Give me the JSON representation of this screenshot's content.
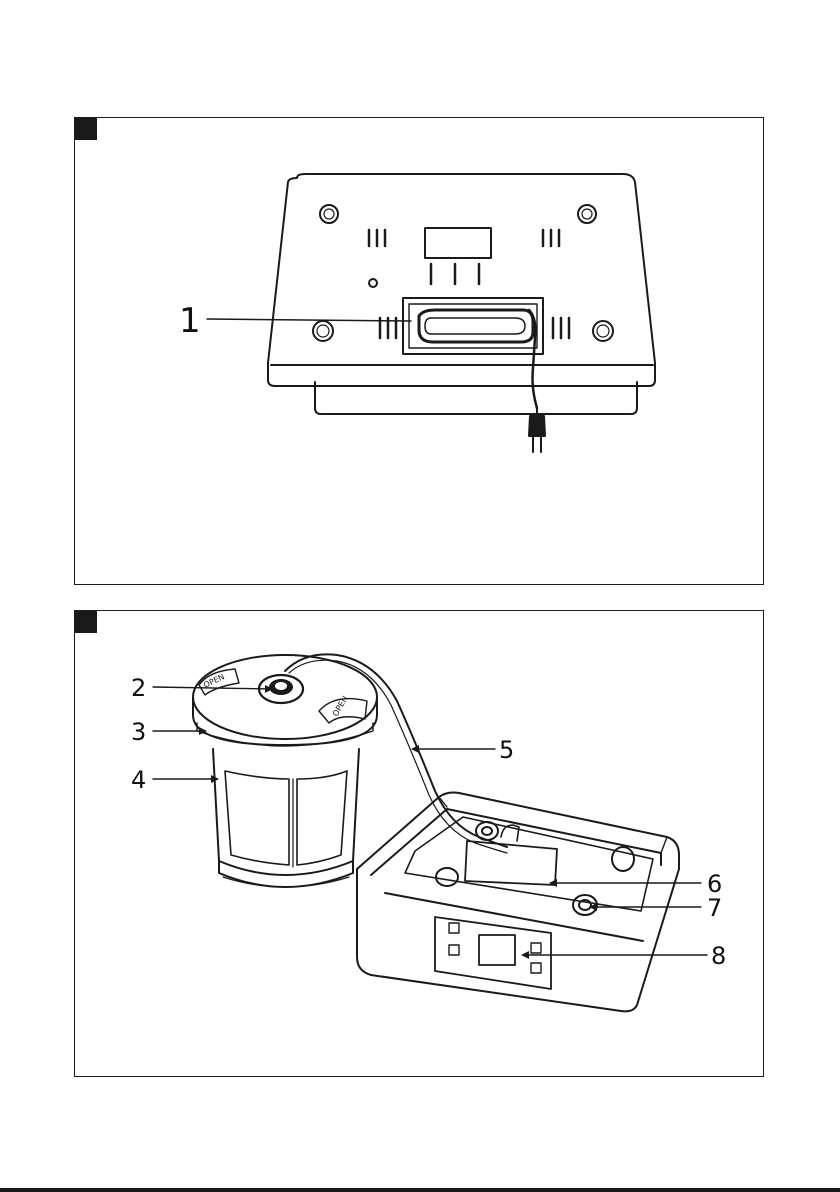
{
  "figures": [
    {
      "id": "fig-1",
      "callouts": [
        {
          "number": "1"
        }
      ]
    },
    {
      "id": "fig-2",
      "callouts": [
        {
          "number": "2"
        },
        {
          "number": "3"
        },
        {
          "number": "4"
        },
        {
          "number": "5"
        },
        {
          "number": "6"
        },
        {
          "number": "7"
        },
        {
          "number": "8"
        }
      ],
      "lid_labels": [
        "OPEN",
        "OPEN"
      ]
    }
  ],
  "colors": {
    "line": "#1a1a1a",
    "background": "#ffffff"
  }
}
